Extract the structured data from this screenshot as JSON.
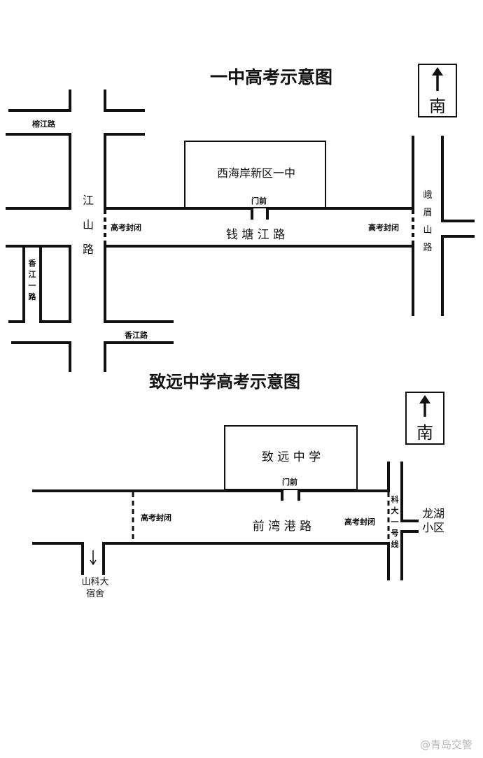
{
  "map1": {
    "title": "一中高考示意图",
    "compass": "南",
    "school": "西海岸新区一中",
    "gate": "门前",
    "closed_left": "高考封闭",
    "closed_right": "高考封闭",
    "main_road": "钱 塘 江 路",
    "road_left_v": [
      "江",
      "山",
      "路"
    ],
    "road_right_v": [
      "峨",
      "眉",
      "山",
      "路"
    ],
    "road_top_left": "榕江路",
    "road_bottom": "香江路",
    "road_small_v": [
      "香",
      "江",
      "一",
      "路"
    ]
  },
  "map2": {
    "title": "致远中学高考示意图",
    "compass": "南",
    "school": "致 远 中 学",
    "gate": "门前",
    "closed_left": "高考封闭",
    "closed_right": "高考封闭",
    "main_road": "前 湾 港 路",
    "road_right_v": [
      "科",
      "大",
      "一",
      "号",
      "线"
    ],
    "area_line1": "龙湖",
    "area_line2": "小区",
    "dorm_line1": "山科大",
    "dorm_line2": "宿舍"
  },
  "watermark": "@青岛交警"
}
